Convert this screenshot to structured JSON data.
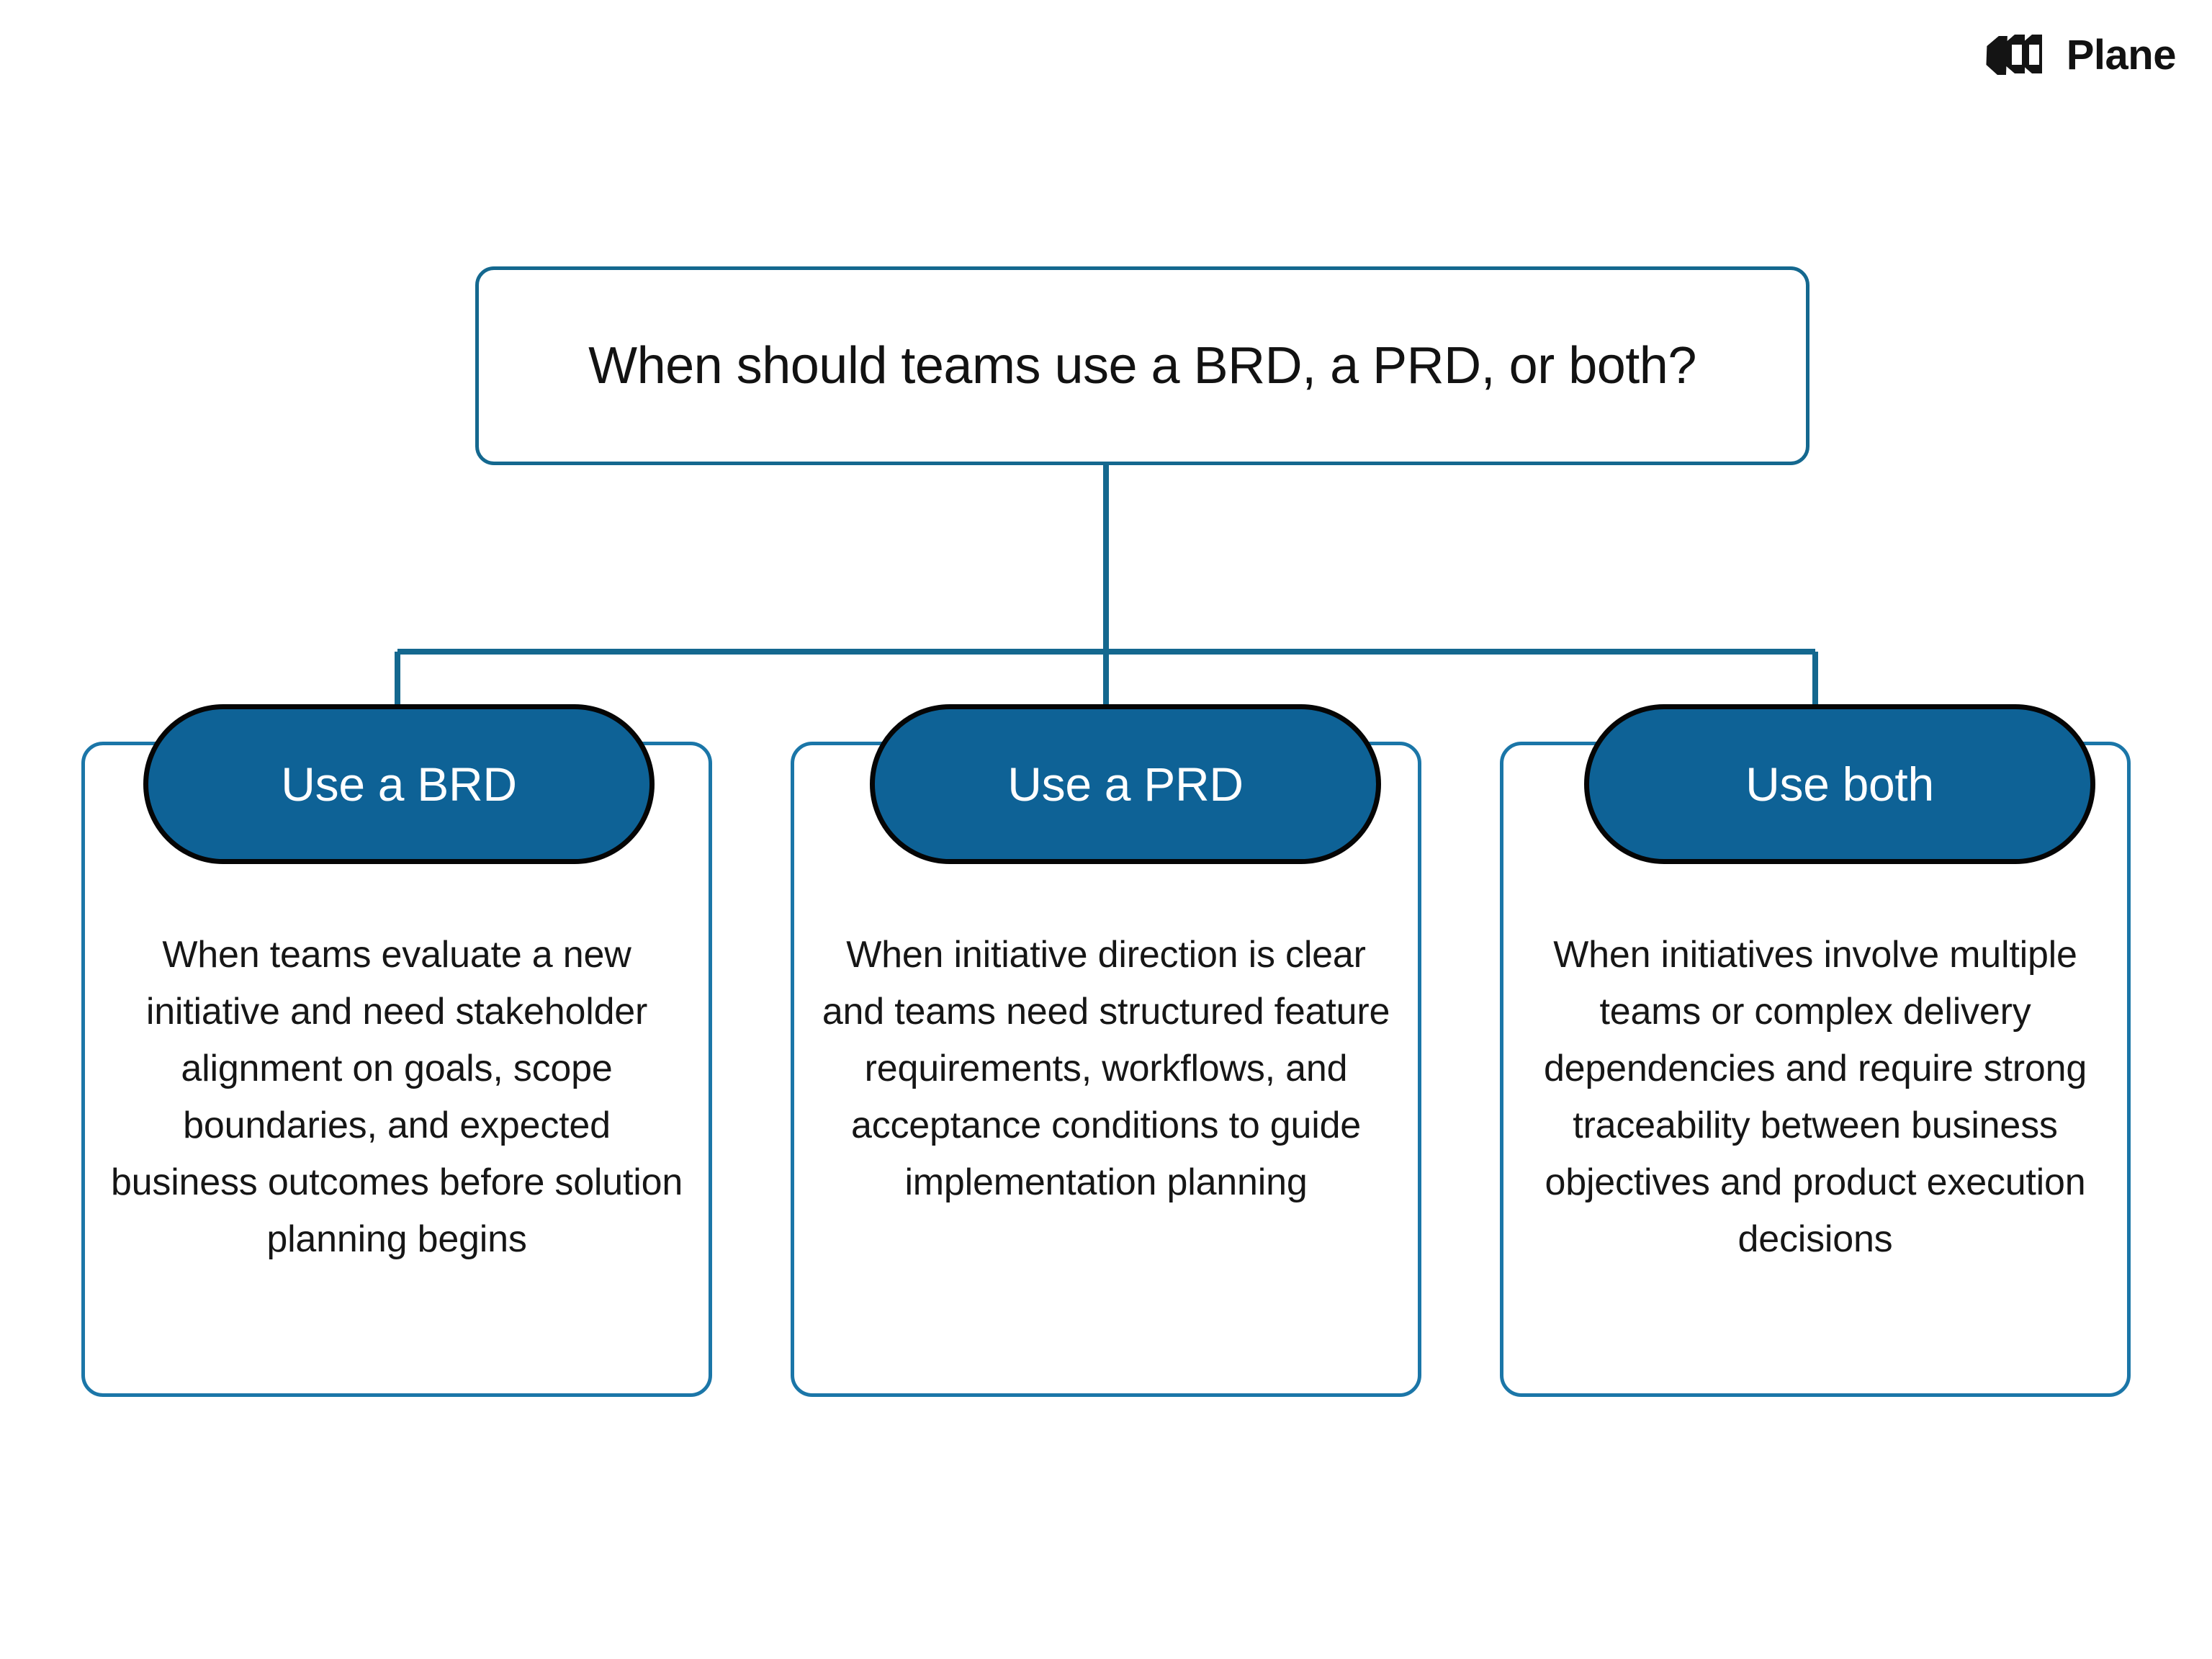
{
  "brand": {
    "name": "Plane",
    "logo_icon": "plane-logo-icon"
  },
  "colors": {
    "root_border": "#14688F",
    "card_border": "#1B76A8",
    "pill_fill": "#0E6296",
    "pill_border": "#050505",
    "pill_text": "#FFFFFF",
    "body_text": "#161616",
    "connector": "#14688F",
    "background": "#FFFFFF"
  },
  "diagram": {
    "type": "tree",
    "root": {
      "title": "When should teams use a BRD, a PRD, or both?"
    },
    "branches": [
      {
        "label": "Use a BRD",
        "body": "When teams evaluate a new initiative and need stakeholder alignment on goals, scope boundaries, and expected business outcomes before solution planning begins"
      },
      {
        "label": "Use a PRD",
        "body": "When initiative direction is clear and teams need structured feature requirements, workflows, and acceptance conditions to guide implementation planning"
      },
      {
        "label": "Use both",
        "body": "When initiatives involve multiple teams or complex delivery dependencies and require strong traceability between business objectives and product execution decisions"
      }
    ]
  }
}
